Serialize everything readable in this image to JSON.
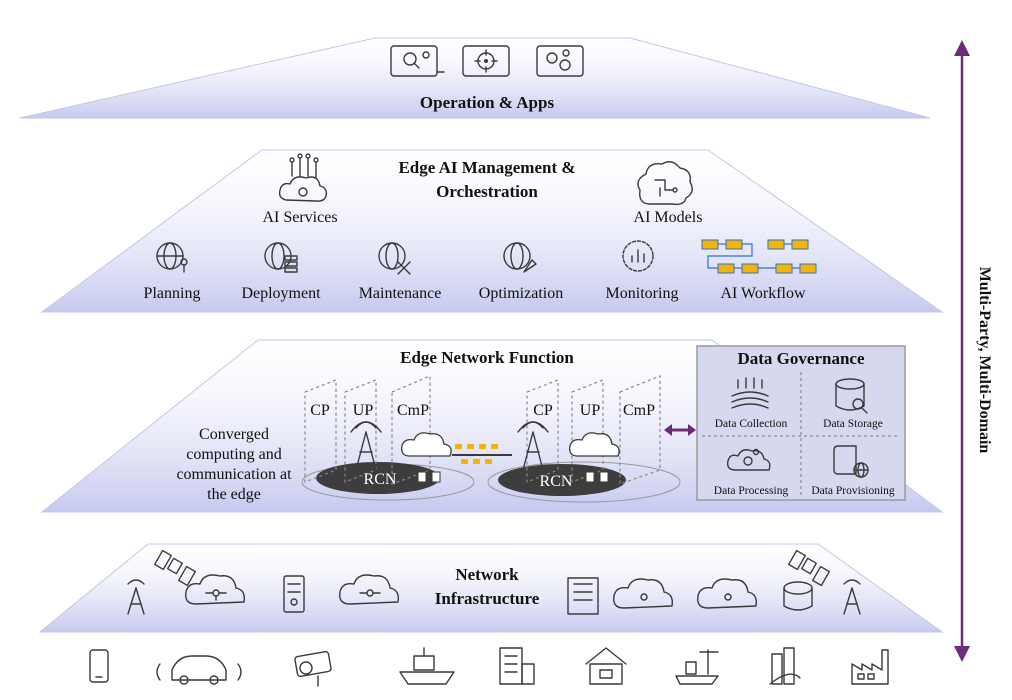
{
  "colors": {
    "layer_fill": "#cfd1f2",
    "layer_stroke": "#b8bbe6",
    "accent": "#6b2d7a",
    "workflow_box": "#f5b400",
    "workflow_stroke": "#2b6fd6",
    "node_dark": "#3d3d3d",
    "panel_fill": "#d6d8f0",
    "panel_stroke": "#9a9a9a"
  },
  "layers": {
    "operation": {
      "title": "Operation & Apps",
      "icons": [
        "search-gear-monitor-icon",
        "target-monitor-icon",
        "gears-monitor-icon"
      ]
    },
    "edge_ai": {
      "title_line1": "Edge AI Management &",
      "title_line2": "Orchestration",
      "ai_services": "AI Services",
      "ai_models": "AI Models",
      "items": [
        {
          "label": "Planning",
          "icon": "globe-antenna-icon"
        },
        {
          "label": "Deployment",
          "icon": "globe-database-icon"
        },
        {
          "label": "Maintenance",
          "icon": "globe-wrench-icon"
        },
        {
          "label": "Optimization",
          "icon": "globe-rocket-icon"
        },
        {
          "label": "Monitoring",
          "icon": "gauge-icon"
        },
        {
          "label": "AI Workflow",
          "icon": "workflow-icon"
        }
      ]
    },
    "edge_network": {
      "title": "Edge Network Function",
      "converged_line1": "Converged",
      "converged_line2": "computing and",
      "converged_line3": "communication at",
      "converged_line4": "the edge",
      "planes": [
        "CP",
        "UP",
        "CmP",
        "CP",
        "UP",
        "CmP"
      ],
      "rcn_left": "RCN",
      "rcn_right": "RCN"
    },
    "data_governance": {
      "title": "Data Governance",
      "items": [
        "Data Collection",
        "Data Storage",
        "Data Processing",
        "Data Provisioning"
      ]
    },
    "network_infrastructure": {
      "title_line1": "Network",
      "title_line2": "Infrastructure"
    }
  },
  "side_label": "Multi-Party, Multi-Domain",
  "bottom_icons": [
    "phone-icon",
    "car-icon",
    "camera-icon",
    "ship-icon",
    "building-icon",
    "house-icon",
    "port-icon",
    "city-icon",
    "factory-icon"
  ]
}
